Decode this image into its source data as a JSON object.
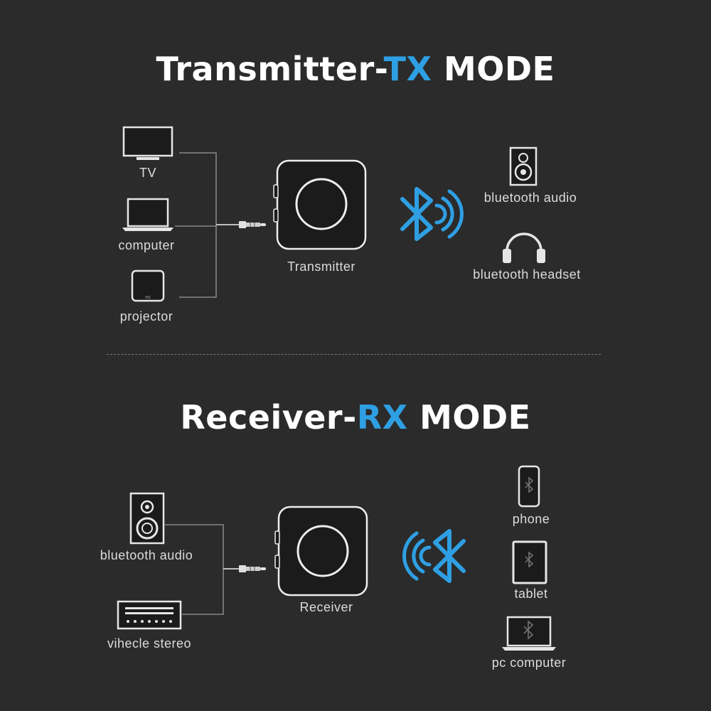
{
  "colors": {
    "accent": "#2f9fe3",
    "background": "#2b2b2b",
    "text": "#ffffff"
  },
  "tx": {
    "title_prefix": "Transmitter-",
    "title_accent": "TX",
    "title_suffix": " MODE",
    "sources": [
      {
        "label": "TV",
        "icon": "tv-icon"
      },
      {
        "label": "computer",
        "icon": "laptop-icon"
      },
      {
        "label": "projector",
        "icon": "projector-icon"
      }
    ],
    "device_label": "Transmitter",
    "outputs": [
      {
        "label": "bluetooth audio",
        "icon": "speaker-icon"
      },
      {
        "label": "bluetooth headset",
        "icon": "headphones-icon"
      }
    ]
  },
  "rx": {
    "title_prefix": "Receiver-",
    "title_accent": "RX",
    "title_suffix": " MODE",
    "outputs": [
      {
        "label": "bluetooth audio",
        "icon": "speaker-icon"
      },
      {
        "label": "vihecle stereo",
        "icon": "car-stereo-icon"
      }
    ],
    "device_label": "Receiver",
    "sources": [
      {
        "label": "phone",
        "icon": "phone-icon"
      },
      {
        "label": "tablet",
        "icon": "tablet-icon"
      },
      {
        "label": "pc computer",
        "icon": "laptop-icon"
      }
    ]
  }
}
